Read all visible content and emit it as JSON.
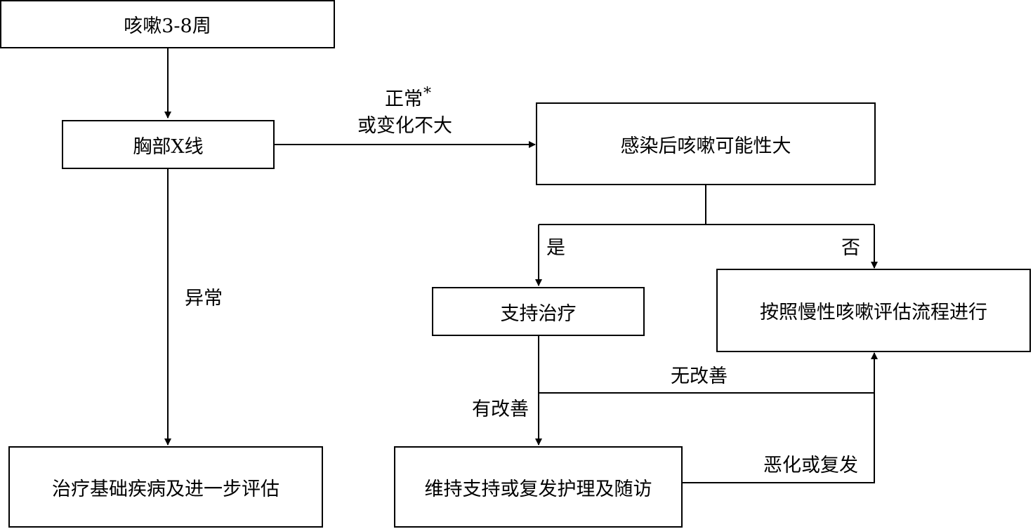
{
  "nodes": {
    "cough": "咳嗽3-8周",
    "xray": "胸部X线",
    "post_infection": "感染后咳嗽可能性大",
    "support": "支持治疗",
    "chronic": "按照慢性咳嗽评估流程进行",
    "underlying": "治疗基础疾病及进一步评估",
    "maintain": "维持支持或复发护理及随访"
  },
  "edges": {
    "normal_line1": "正常",
    "normal_star": "*",
    "normal_line2": "或变化不大",
    "abnormal": "异常",
    "yes": "是",
    "no": "否",
    "improved": "有改善",
    "not_improved": "无改善",
    "worse": "恶化或复发"
  },
  "colors": {
    "stroke": "#000000",
    "fill": "#ffffff"
  }
}
